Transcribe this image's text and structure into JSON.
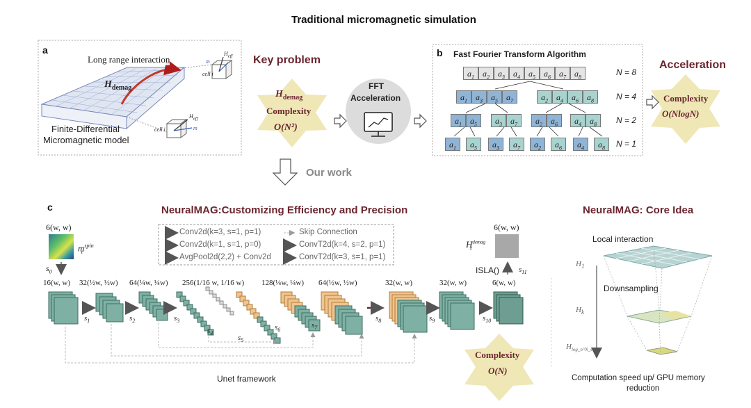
{
  "header": {
    "title": "Traditional micromagnetic simulation"
  },
  "panel_a": {
    "letter": "a",
    "long_range": "Long range  interaction",
    "hdemag": "H",
    "hdemag_sub": "demag",
    "fd_line1": "Finite-Differential",
    "fd_line2": "Micromagnetic model",
    "cell_i_top": "cell i",
    "cell_i_bottom": "cell i",
    "m_i_top": "m",
    "m_i_bottom": "m",
    "h_eff": "H",
    "h_eff_sub": "eff"
  },
  "key_problem": {
    "title": "Key problem",
    "star_line1": "H",
    "star_line1_sub": "demag",
    "star_line2": "Complexity",
    "star_line3": "O(N²)"
  },
  "fft": {
    "line1": "FFT",
    "line2": "Acceleration"
  },
  "panel_b": {
    "letter": "b",
    "title": "Fast Fourier Transform Algorithm",
    "n_labels": [
      "N = 8",
      "N = 4",
      "N = 2",
      "N = 1"
    ],
    "row1": [
      "1",
      "2",
      "3",
      "4",
      "5",
      "6",
      "7",
      "8"
    ],
    "row2_left": [
      "1",
      "3",
      "5",
      "7"
    ],
    "row2_right": [
      "2",
      "4",
      "6",
      "8"
    ],
    "row3": [
      [
        "1",
        "5"
      ],
      [
        "3",
        "7"
      ],
      [
        "2",
        "6"
      ],
      [
        "4",
        "8"
      ]
    ],
    "row4": [
      "1",
      "5",
      "3",
      "7",
      "2",
      "6",
      "4",
      "8"
    ]
  },
  "acceleration": {
    "title": "Acceleration",
    "star_line1": "Complexity",
    "star_line2": "O(NlogN)"
  },
  "our_work": "Our work",
  "panel_c": {
    "letter": "c",
    "title": "NeuralMAG:Customizing Efficiency and Precision",
    "input_dim": "6(w, w)",
    "input_label": "m",
    "input_sup": "spin",
    "input_sub": "t",
    "s0": "s",
    "s0_sub": "0",
    "output_dim": "6(w, w)",
    "output_label": "H",
    "output_sup": "demag",
    "output_sub": "t",
    "isla": "ISLA()",
    "s11": "s",
    "s11_sub": "11",
    "layer_dims": [
      "16(w, w)",
      "32(½w, ½w)",
      "64(¼w, ¼w)",
      "256(1/16 w, 1/16 w)",
      "128(¼w, ¼w)",
      "64(½w, ½w)",
      "32(w, w)",
      "32(w, w)",
      "6(w, w)"
    ],
    "step_labels": [
      "1",
      "2",
      "3",
      "4",
      "5",
      "6",
      "7",
      "8",
      "9",
      "10"
    ],
    "unet": "Unet framework",
    "legend": [
      "Conv2d(k=3, s=1, p=1)",
      "Conv2d(k=1, s=1, p=0)",
      "AvgPool2d(2,2) + Conv2d",
      "Skip Connection",
      "ConvT2d(k=4, s=2, p=1)",
      "ConvT2d(k=3, s=1, p=1)"
    ],
    "star_line1": "Complexity",
    "star_line2": "O(N)"
  },
  "core_idea": {
    "title": "NeuralMAG: Core Idea",
    "local": "Local interaction",
    "down": "Downsampling",
    "h1": "H",
    "h1_sub": "1",
    "hk": "H",
    "hk_sub": "k",
    "hn": "H",
    "hn_sub": "log_n^N_s",
    "caption1": "Computation speed up/ GPU memory",
    "caption2": "reduction"
  },
  "colors": {
    "maroon": "#6b2530",
    "star": "#efe7b6",
    "blue_cell": "#8fb4d6",
    "teal_cell": "#a9d3cf",
    "gray_cell": "#e4e4e4",
    "green_block": "#7fb0a4",
    "orange_block": "#f0c48e"
  }
}
